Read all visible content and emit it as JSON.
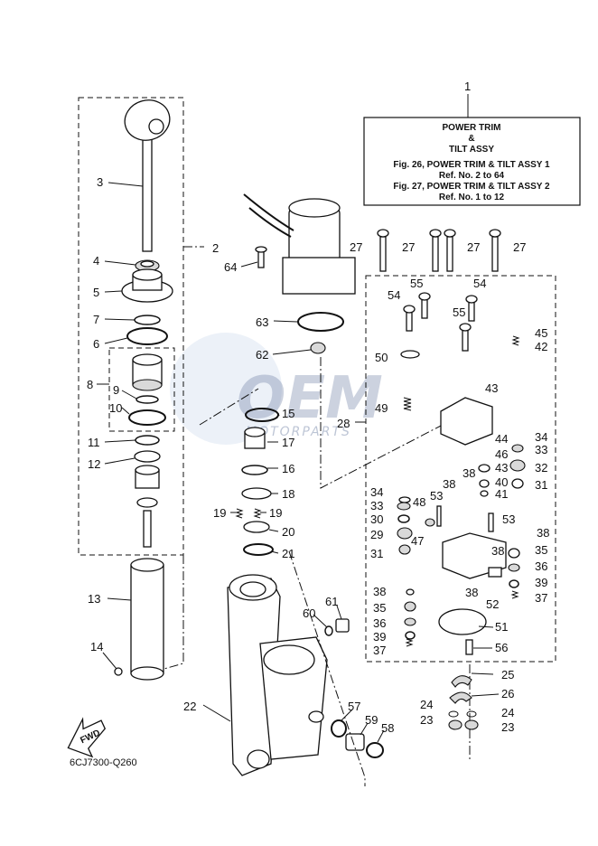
{
  "title_box": {
    "ref": "1",
    "line1": "POWER TRIM",
    "line2": "&",
    "line3": "TILT ASSY",
    "line4": "Fig. 26, POWER TRIM & TILT ASSY 1",
    "line5": "Ref. No. 2 to 64",
    "line6": "Fig. 27, POWER TRIM & TILT ASSY 2",
    "line7": "Ref. No. 1 to 12"
  },
  "watermark": {
    "big": "OEM",
    "small": "MOTORPARTS"
  },
  "fwd_label": "FWD",
  "drawing_code": "6CJ7300-Q260",
  "callouts": [
    "1",
    "2",
    "3",
    "4",
    "5",
    "6",
    "7",
    "8",
    "9",
    "10",
    "11",
    "12",
    "13",
    "14",
    "15",
    "16",
    "17",
    "18",
    "19",
    "20",
    "21",
    "22",
    "23",
    "24",
    "25",
    "26",
    "27",
    "28",
    "29",
    "30",
    "31",
    "32",
    "33",
    "34",
    "35",
    "36",
    "37",
    "38",
    "39",
    "40",
    "41",
    "42",
    "43",
    "44",
    "45",
    "46",
    "47",
    "48",
    "49",
    "50",
    "51",
    "52",
    "53",
    "54",
    "55",
    "56",
    "57",
    "58",
    "59",
    "60",
    "61",
    "62",
    "63",
    "64"
  ],
  "labels": {
    "l1": "1",
    "l2": "2",
    "l3": "3",
    "l4": "4",
    "l5": "5",
    "l6": "6",
    "l7": "7",
    "l8": "8",
    "l9": "9",
    "l10": "10",
    "l11": "11",
    "l12": "12",
    "l13": "13",
    "l14": "14",
    "l15": "15",
    "l16": "16",
    "l17": "17",
    "l18": "18",
    "l19a": "19",
    "l19b": "19",
    "l20": "20",
    "l21": "21",
    "l22": "22",
    "l23a": "23",
    "l23b": "23",
    "l24a": "24",
    "l24b": "24",
    "l25": "25",
    "l26": "26",
    "l27a": "27",
    "l27b": "27",
    "l27c": "27",
    "l27d": "27",
    "l28": "28",
    "l29": "29",
    "l30": "30",
    "l31a": "31",
    "l31b": "31",
    "l32": "32",
    "l33a": "33",
    "l33b": "33",
    "l34a": "34",
    "l34b": "34",
    "l35a": "35",
    "l35b": "35",
    "l36a": "36",
    "l36b": "36",
    "l37a": "37",
    "l37b": "37",
    "l38a": "38",
    "l38b": "38",
    "l38c": "38",
    "l38d": "38",
    "l38e": "38",
    "l38f": "38",
    "l39a": "39",
    "l39b": "39",
    "l40": "40",
    "l41": "41",
    "l42": "42",
    "l43a": "43",
    "l43b": "43",
    "l44": "44",
    "l45": "45",
    "l46": "46",
    "l47": "47",
    "l48": "48",
    "l49": "49",
    "l50": "50",
    "l51": "51",
    "l52": "52",
    "l53a": "53",
    "l53b": "53",
    "l54a": "54",
    "l54b": "54",
    "l55a": "55",
    "l55b": "55",
    "l56": "56",
    "l57": "57",
    "l58": "58",
    "l59": "59",
    "l60": "60",
    "l61": "61",
    "l62": "62",
    "l63": "63",
    "l64": "64"
  }
}
